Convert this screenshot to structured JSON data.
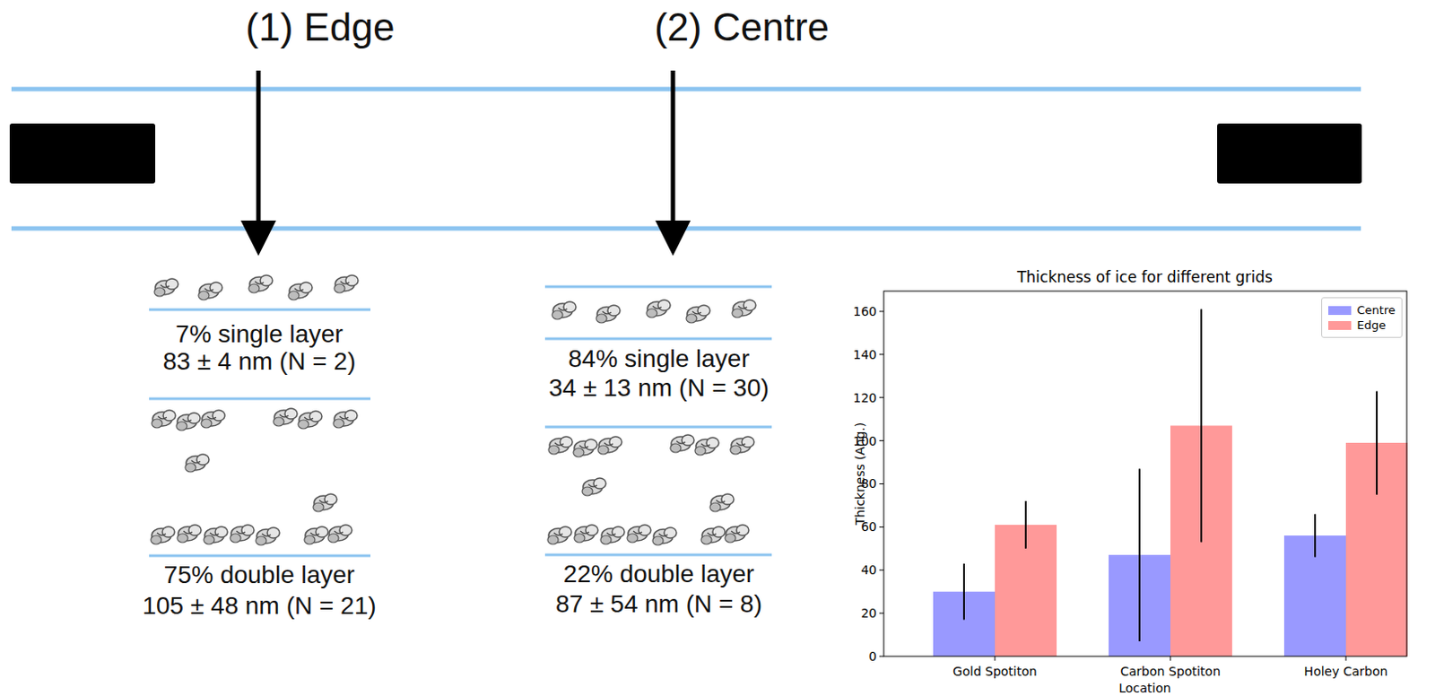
{
  "diagram": {
    "labels": [
      "(1) Edge",
      "(2) Centre",
      "7% single layer",
      "83 ± 4 nm (N = 2)",
      "75% double layer",
      "105 ± 48 nm (N = 21)",
      "84% single layer",
      "34 ± 13 nm (N = 30)",
      "22% double layer",
      "87 ± 54 nm (N = 8)",
      "Thickness of ice for different grids",
      "0",
      "20",
      "40",
      "60",
      "80",
      "100",
      "120",
      "140",
      "160",
      "Thickness (Ang.)",
      "Gold Spotiton",
      "Carbon Spotiton",
      "Holey Carbon",
      "Location"
    ],
    "legend": [
      {
        "text": "Centre",
        "color": "#9999ff"
      },
      {
        "text": "Edge",
        "color": "#ff9999"
      }
    ]
  }
}
